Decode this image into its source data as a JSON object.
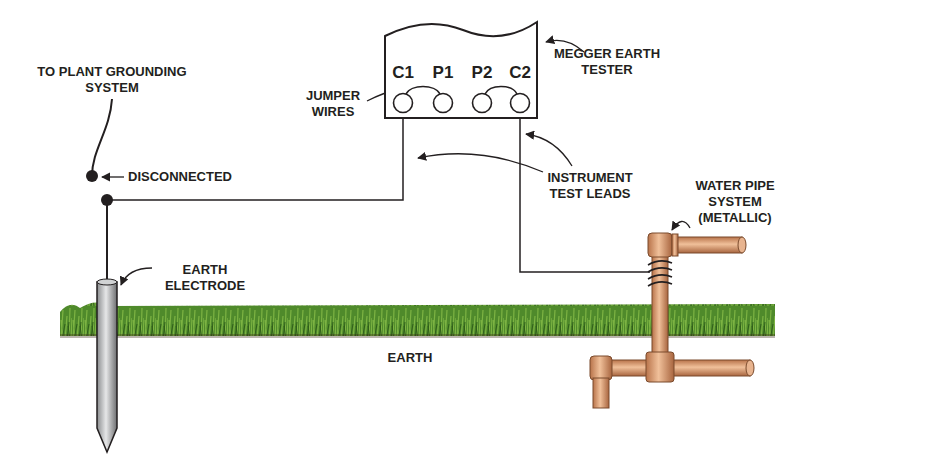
{
  "diagram": {
    "nodes": [
      {
        "text": [
          "C1",
          "P1",
          "P2",
          "C2"
        ]
      }
    ],
    "labels": [
      "TO PLANT GROUNDING SYSTEM",
      "DISCONNECTED",
      "JUMPER WIRES",
      "MEGGER EARTH TESTER",
      "INSTRUMENT TEST LEADS",
      "WATER PIPE SYSTEM (METALLIC)",
      "EARTH ELECTRODE",
      "EARTH"
    ]
  }
}
